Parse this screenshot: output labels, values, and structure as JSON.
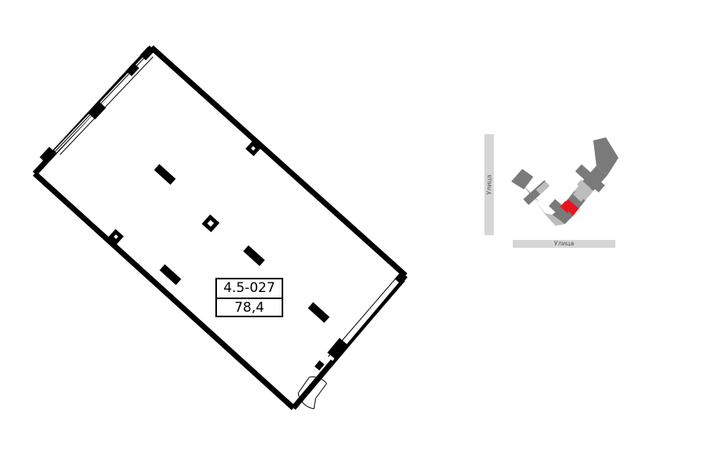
{
  "unit": {
    "number": "4.5-027",
    "area": "78,4"
  },
  "site_plan": {
    "street_vertical": "Улица",
    "street_horizontal": "Улица",
    "highlight_color": "#e8141e",
    "building_color": "#7a7a7a",
    "building_light_color": "#bdbdbd",
    "street_color": "#d6d6d6"
  }
}
